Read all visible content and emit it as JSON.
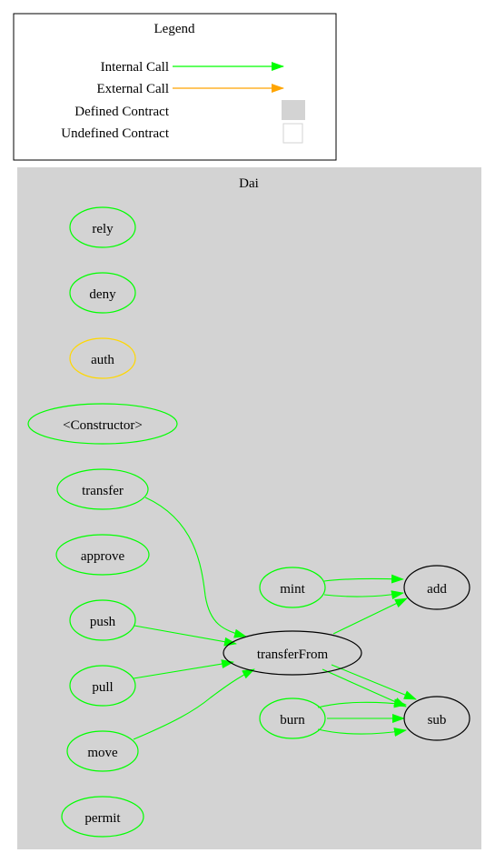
{
  "legend": {
    "title": "Legend",
    "items": {
      "internal_call": "Internal Call",
      "external_call": "External Call",
      "defined_contract": "Defined Contract",
      "undefined_contract": "Undefined Contract"
    }
  },
  "cluster": {
    "title": "Dai"
  },
  "nodes": {
    "rely": "rely",
    "deny": "deny",
    "auth": "auth",
    "constructor": "<Constructor>",
    "transfer": "transfer",
    "approve": "approve",
    "push": "push",
    "pull": "pull",
    "move": "move",
    "permit": "permit",
    "mint": "mint",
    "burn": "burn",
    "transferFrom": "transferFrom",
    "add": "add",
    "sub": "sub"
  },
  "colors": {
    "internal": "#00ff00",
    "external": "#ffa500",
    "auth_outline": "#ffd700",
    "cluster_fill": "#d3d3d3",
    "defined_fill": "#d3d3d3"
  }
}
